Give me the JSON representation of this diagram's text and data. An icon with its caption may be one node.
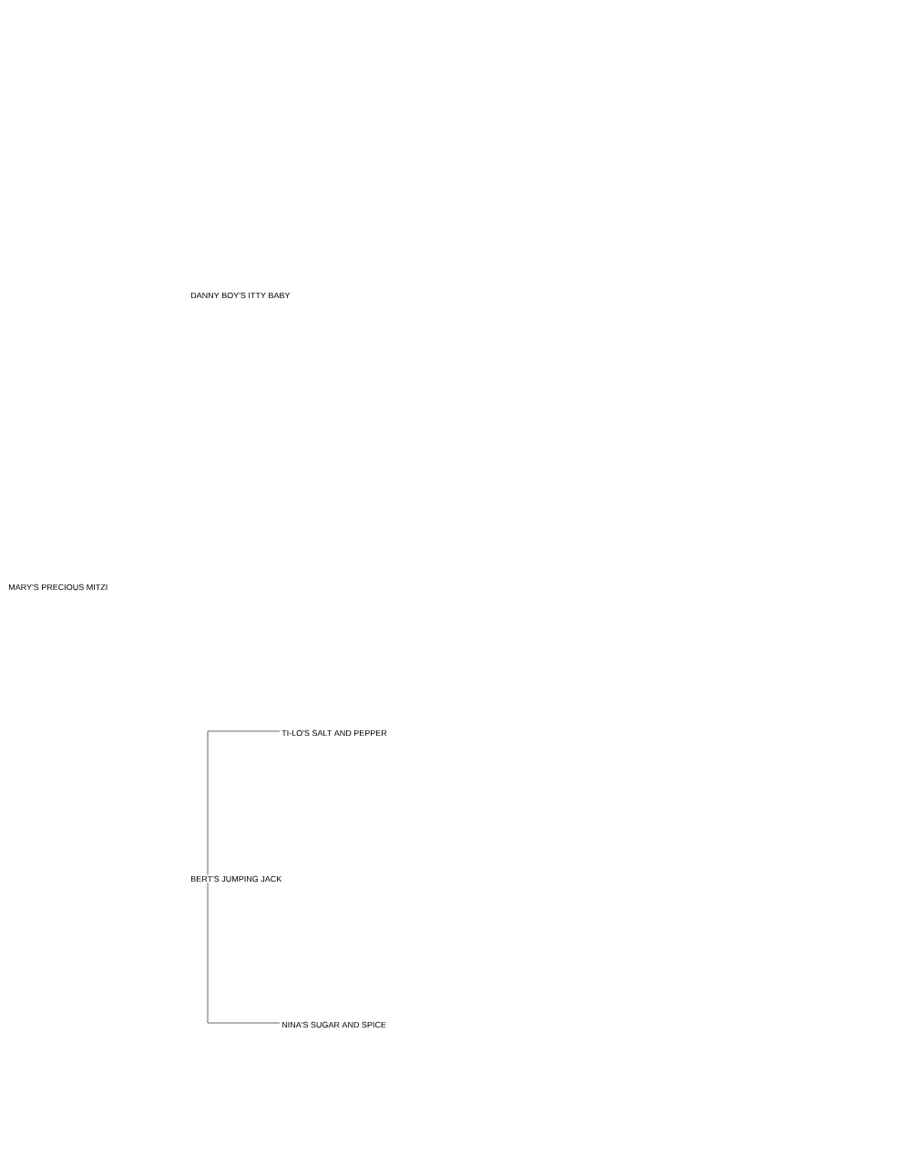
{
  "diagram": {
    "nodes": [
      {
        "text": [
          "MARY'S PRECIOUS MITZI"
        ]
      },
      {
        "text": [
          "DANNY BOY'S ITTY BABY"
        ]
      },
      {
        "text": [
          "BERT'S JUMPING JACK"
        ]
      },
      {
        "text": [
          "TI-LO'S SALT AND PEPPER"
        ]
      },
      {
        "text": [
          "NINA'S SUGAR AND SPICE"
        ]
      }
    ],
    "edges": [
      {
        "from": 2,
        "to": 3,
        "arrow": "none"
      },
      {
        "from": 2,
        "to": 4,
        "arrow": "none"
      }
    ]
  }
}
